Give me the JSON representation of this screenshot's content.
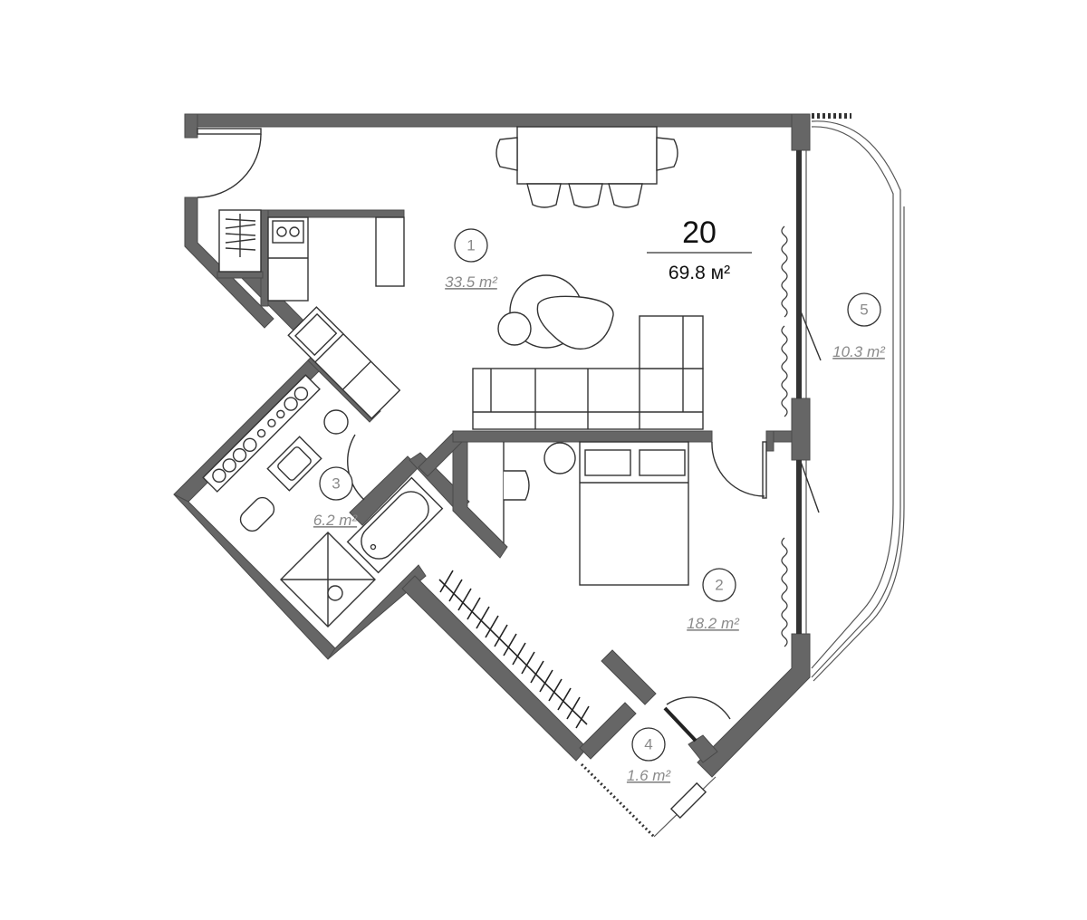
{
  "apartment": {
    "number": "20",
    "total_area": "69.8 м²"
  },
  "rooms": [
    {
      "id": "1",
      "number": "1",
      "area": "33.5 m²"
    },
    {
      "id": "2",
      "number": "2",
      "area": "18.2 m²"
    },
    {
      "id": "3",
      "number": "3",
      "area": "6.2 m²"
    },
    {
      "id": "4",
      "number": "4",
      "area": "1.6 m²"
    },
    {
      "id": "5",
      "number": "5",
      "area": "10.3 m²"
    }
  ],
  "colors": {
    "wall": "#666666",
    "line": "#333333",
    "label": "#8a8a8a",
    "background": "#ffffff"
  }
}
